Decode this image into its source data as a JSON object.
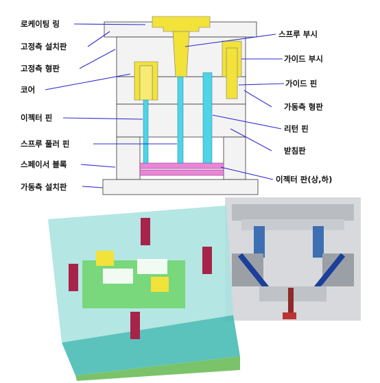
{
  "left_labels": [
    {
      "id": "locating-ring",
      "text": "로케이팅 링"
    },
    {
      "id": "fixed-clamp-plate",
      "text": "고정측 설치판"
    },
    {
      "id": "fixed-mold-plate",
      "text": "고정측 형판"
    },
    {
      "id": "core",
      "text": "코어"
    },
    {
      "id": "ejector-pin",
      "text": "이젝터 핀"
    },
    {
      "id": "sprue-puller-pin",
      "text": "스프루 풀러 핀"
    },
    {
      "id": "spacer-block",
      "text": "스페이서 블록"
    },
    {
      "id": "moving-clamp-plate",
      "text": "가동측 설치판"
    }
  ],
  "right_labels": [
    {
      "id": "sprue-bush",
      "text": "스프루 부시"
    },
    {
      "id": "guide-bush",
      "text": "가이드 부시"
    },
    {
      "id": "guide-pin",
      "text": "가이드 핀"
    },
    {
      "id": "moving-mold-plate",
      "text": "가동측 형판"
    },
    {
      "id": "return-pin",
      "text": "리턴 핀"
    },
    {
      "id": "support-plate",
      "text": "받침판"
    },
    {
      "id": "ejector-plate",
      "text": "이젝터 판(상,하)"
    }
  ],
  "colors": {
    "yellow_part": "#f2e23a",
    "cyan_pin": "#4fd3e8",
    "pink_plate": "#e986d8",
    "plate_gray": "#f0f0f0",
    "line_blue": "#2a2ad0",
    "steel": "#9aa3ab",
    "teal_mold": "#3fb7b0"
  }
}
